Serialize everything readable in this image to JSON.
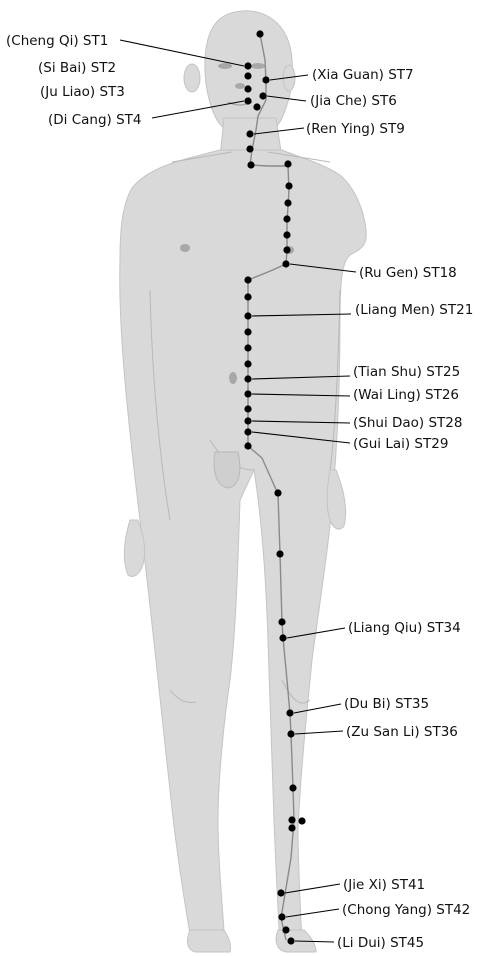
{
  "colors": {
    "body_fill": "#d9d9d9",
    "body_stroke": "#c4c4c4",
    "meridian": "#8a8a8a",
    "point": "#000000",
    "leader": "#000000",
    "text": "#111111"
  },
  "figure": {
    "name": "human-body-figure",
    "note_icon": "body-silhouette-icon"
  },
  "labels": {
    "st1": "(Cheng Qi) ST1",
    "st2": "(Si Bai) ST2",
    "st3": "(Ju Liao) ST3",
    "st4": "(Di Cang) ST4",
    "st7": "(Xia Guan) ST7",
    "st6": "(Jia Che) ST6",
    "st9": "(Ren Ying) ST9",
    "st18": "(Ru Gen) ST18",
    "st21": "(Liang Men) ST21",
    "st25": "(Tian Shu) ST25",
    "st26": "(Wai Ling) ST26",
    "st28": "(Shui Dao) ST28",
    "st29": "(Gui Lai) ST29",
    "st34": "(Liang Qiu) ST34",
    "st35": "(Du Bi) ST35",
    "st36": "(Zu San Li) ST36",
    "st41": "(Jie Xi) ST41",
    "st42": "(Chong Yang) ST42",
    "st45": "(Li Dui) ST45"
  }
}
